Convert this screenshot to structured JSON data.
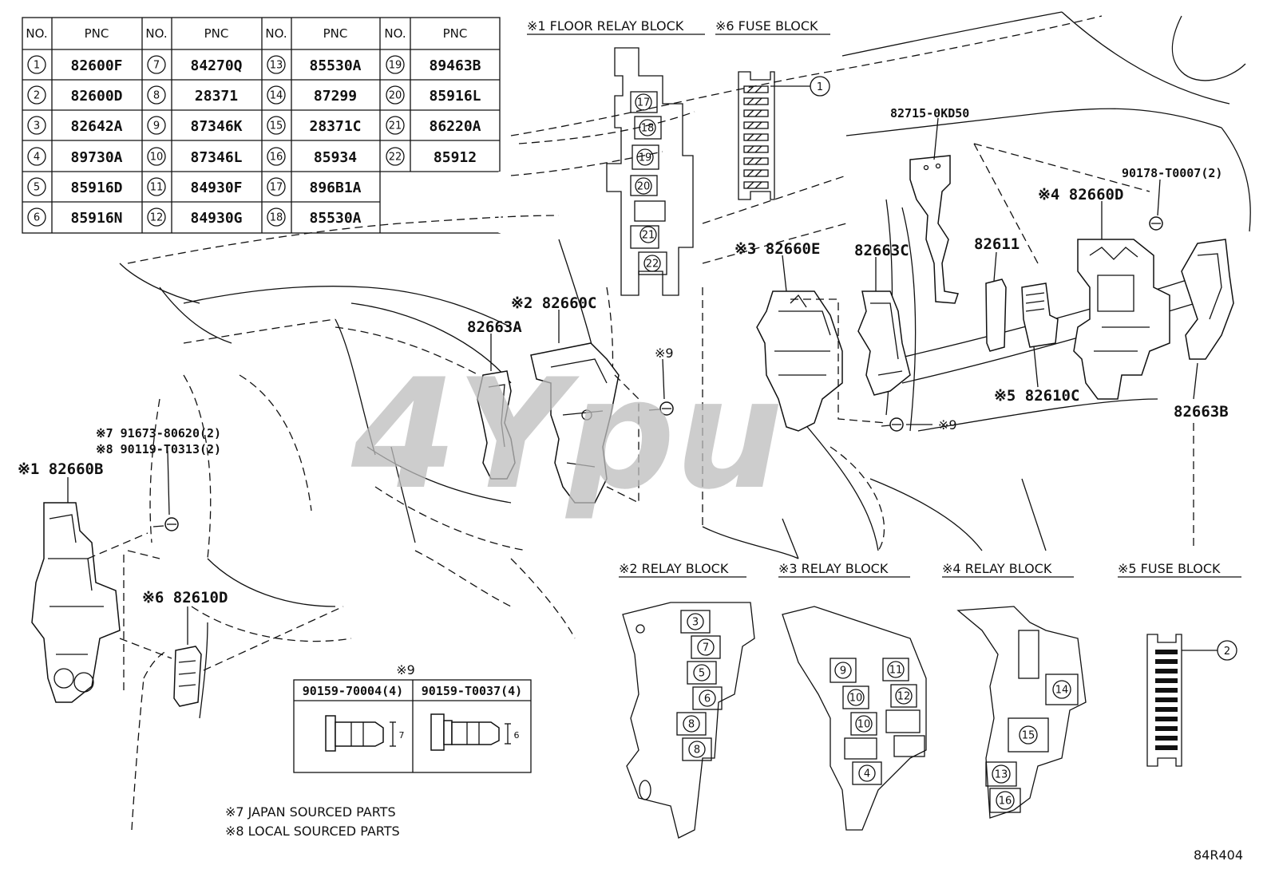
{
  "table": {
    "headers": [
      "NO.",
      "PNC",
      "NO.",
      "PNC",
      "NO.",
      "PNC",
      "NO.",
      "PNC"
    ],
    "columns": [
      [
        {
          "no": "1",
          "pnc": "82600F"
        },
        {
          "no": "2",
          "pnc": "82600D"
        },
        {
          "no": "3",
          "pnc": "82642A"
        },
        {
          "no": "4",
          "pnc": "89730A"
        },
        {
          "no": "5",
          "pnc": "85916D"
        },
        {
          "no": "6",
          "pnc": "85916N"
        }
      ],
      [
        {
          "no": "7",
          "pnc": "84270Q"
        },
        {
          "no": "8",
          "pnc": "28371"
        },
        {
          "no": "9",
          "pnc": "87346K"
        },
        {
          "no": "10",
          "pnc": "87346L"
        },
        {
          "no": "11",
          "pnc": "84930F"
        },
        {
          "no": "12",
          "pnc": "84930G"
        }
      ],
      [
        {
          "no": "13",
          "pnc": "85530A"
        },
        {
          "no": "14",
          "pnc": "87299"
        },
        {
          "no": "15",
          "pnc": "28371C"
        },
        {
          "no": "16",
          "pnc": "85934"
        },
        {
          "no": "17",
          "pnc": "896B1A"
        },
        {
          "no": "18",
          "pnc": "85530A"
        }
      ],
      [
        {
          "no": "19",
          "pnc": "89463B"
        },
        {
          "no": "20",
          "pnc": "85916L"
        },
        {
          "no": "21",
          "pnc": "86220A"
        },
        {
          "no": "22",
          "pnc": "85912"
        }
      ]
    ]
  },
  "section_titles": {
    "floor_relay": "※1 FLOOR RELAY BLOCK",
    "fuse6": "※6 FUSE BLOCK",
    "relay2": "※2 RELAY BLOCK",
    "relay3": "※3 RELAY BLOCK",
    "relay4": "※4 RELAY BLOCK",
    "fuse5": "※5 FUSE BLOCK"
  },
  "part_labels": {
    "p82715": "82715-0KD50",
    "p90178": "90178-T0007(2)",
    "p82660D": "※4 82660D",
    "p82660E": "※3 82660E",
    "p82663C": "82663C",
    "p82611": "82611",
    "p82660C": "※2 82660C",
    "p82663A": "82663A",
    "p82610C": "※5 82610C",
    "p82663B": "82663B",
    "p91673": "※7 91673-80620(2)",
    "p90119": "※8 90119-T0313(2)",
    "p82660B": "※1 82660B",
    "p82610D": "※6 82610D",
    "screw9a": "※9",
    "screw9b": "※9"
  },
  "bolt_table": {
    "title": "※9",
    "col1": "90159-70004(4)",
    "col2": "90159-T0037(4)",
    "dim1": "7",
    "dim2": "6"
  },
  "notes": {
    "japan": "※7 JAPAN SOURCED PARTS",
    "local": "※8 LOCAL SOURCED PARTS"
  },
  "callouts": {
    "fuse6_ref": "1",
    "fuse5_ref": "2"
  },
  "floor_relay_slots": [
    "17",
    "18",
    "19",
    "20",
    "21",
    "22"
  ],
  "relay2_slots": [
    "3",
    "7",
    "5",
    "6",
    "8",
    "8"
  ],
  "relay3_slots": [
    "9",
    "11",
    "10",
    "12",
    "10",
    "4"
  ],
  "relay4_slots": [
    "14",
    "15",
    "13",
    "16"
  ],
  "figure_code": "84R404",
  "watermark": "4Ypu"
}
